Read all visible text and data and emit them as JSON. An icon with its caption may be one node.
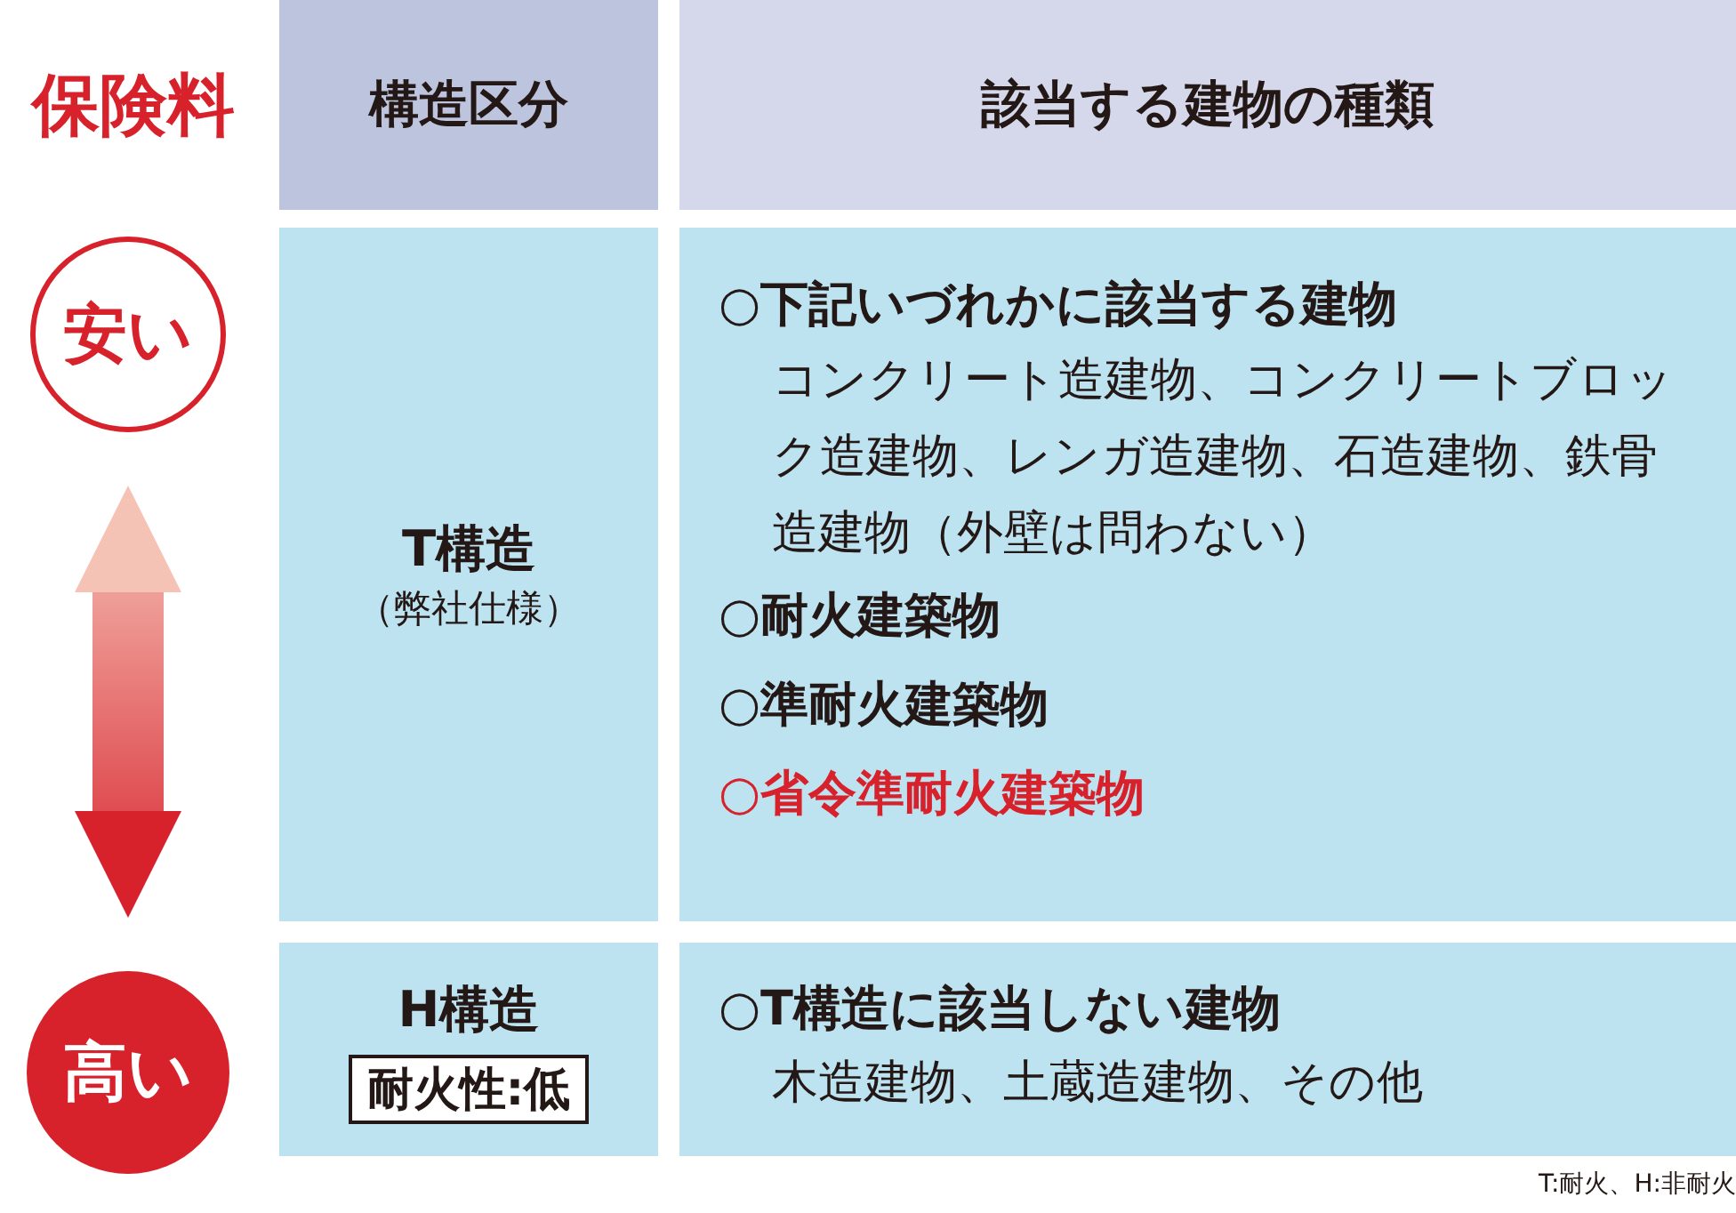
{
  "diagram": {
    "nodes": [
      {
        "text": [
          "安い"
        ]
      },
      {
        "text": [
          "高い"
        ]
      },
      {
        "text": [
          "耐火性:低"
        ]
      }
    ],
    "edges": [
      {
        "from": 0,
        "to": 1,
        "arrow": "both"
      }
    ],
    "labels": [
      "保険料",
      "構造区分",
      "該当する建物の種類",
      "T構造",
      "（弊社仕様）",
      "○下記いづれかに該当する建物",
      "コンクリート造建物、コンクリートブロック造建物、レンガ造建物、石造建物、鉄骨造建物（外壁は問わない）",
      "○耐火建築物",
      "○準耐火建築物",
      "○省令準耐火建築物",
      "H構造",
      "○T構造に該当しない建物",
      "木造建物、土蔵造建物、その他",
      "T:耐火、H:非耐火"
    ]
  }
}
